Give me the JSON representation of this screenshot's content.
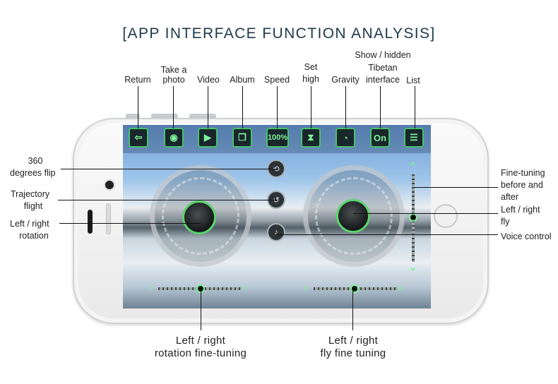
{
  "title": "[APP INTERFACE FUNCTION ANALYSIS]",
  "top_labels": {
    "return": "Return",
    "take_photo_1": "Take a",
    "take_photo_2": "photo",
    "video": "Video",
    "album": "Album",
    "speed": "Speed",
    "set_high_1": "Set",
    "set_high_2": "high",
    "gravity": "Gravity",
    "tibetan_1": "Show / hidden",
    "tibetan_2": "Tibetan",
    "tibetan_3": "interface",
    "list": "List"
  },
  "left_labels": {
    "flip_1": "360",
    "flip_2": "degrees flip",
    "trajectory_1": "Trajectory",
    "trajectory_2": "flight",
    "rotation_1": "Left / right",
    "rotation_2": "rotation"
  },
  "right_labels": {
    "finetune_1": "Fine-tuning",
    "finetune_2": "before and",
    "finetune_3": "after",
    "fly_1": "Left / right",
    "fly_2": "fly",
    "voice": "Voice control"
  },
  "bottom_labels": {
    "rot_ft_1": "Left / right",
    "rot_ft_2": "rotation fine-tuning",
    "fly_ft_1": "Left / right",
    "fly_ft_2": "fly fine tuning"
  },
  "screen": {
    "speed_value": "100%",
    "gravity_toggle": "On"
  },
  "icons": {
    "return": "return-icon",
    "camera": "camera-icon",
    "video": "video-icon",
    "album": "album-icon",
    "set_high": "hourglass-icon",
    "gravity": "gravity-icon",
    "list": "list-icon"
  },
  "colors": {
    "accent_green": "#47c36e",
    "button_bg": "#19262b"
  }
}
